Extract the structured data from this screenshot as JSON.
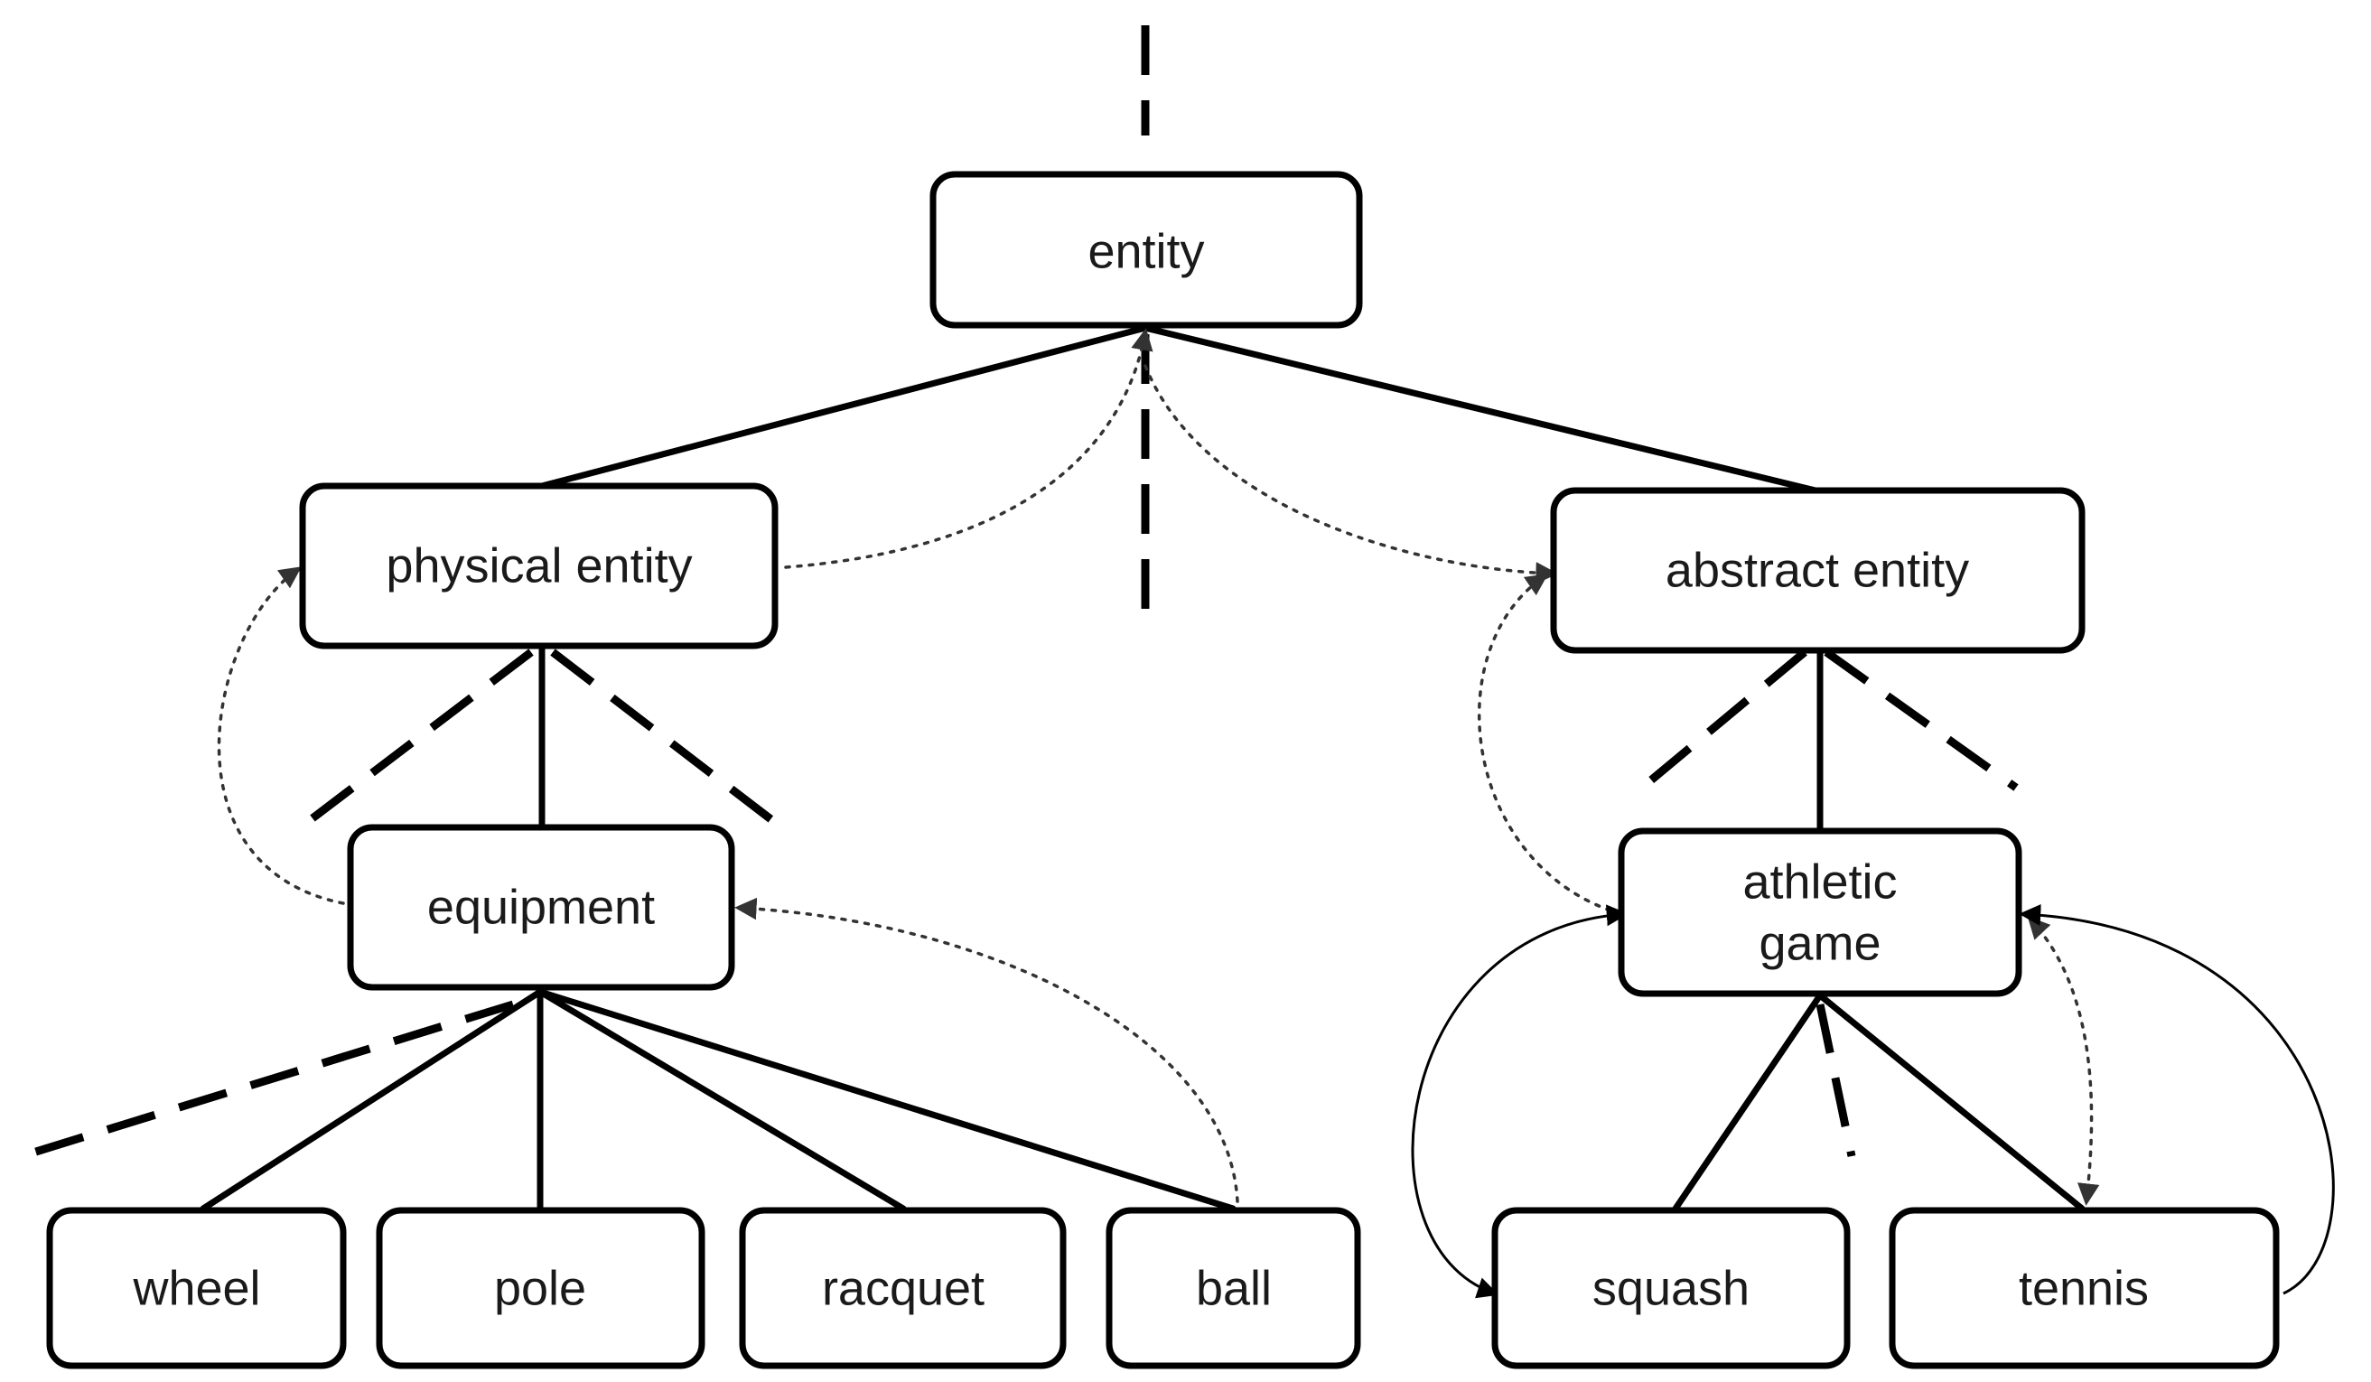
{
  "nodes": {
    "entity": "entity",
    "physical_entity": "physical entity",
    "abstract_entity": "abstract entity",
    "equipment": "equipment",
    "athletic_game_line1": "athletic",
    "athletic_game_line2": "game",
    "wheel": "wheel",
    "pole": "pole",
    "racquet": "racquet",
    "ball": "ball",
    "squash": "squash",
    "tennis": "tennis"
  }
}
